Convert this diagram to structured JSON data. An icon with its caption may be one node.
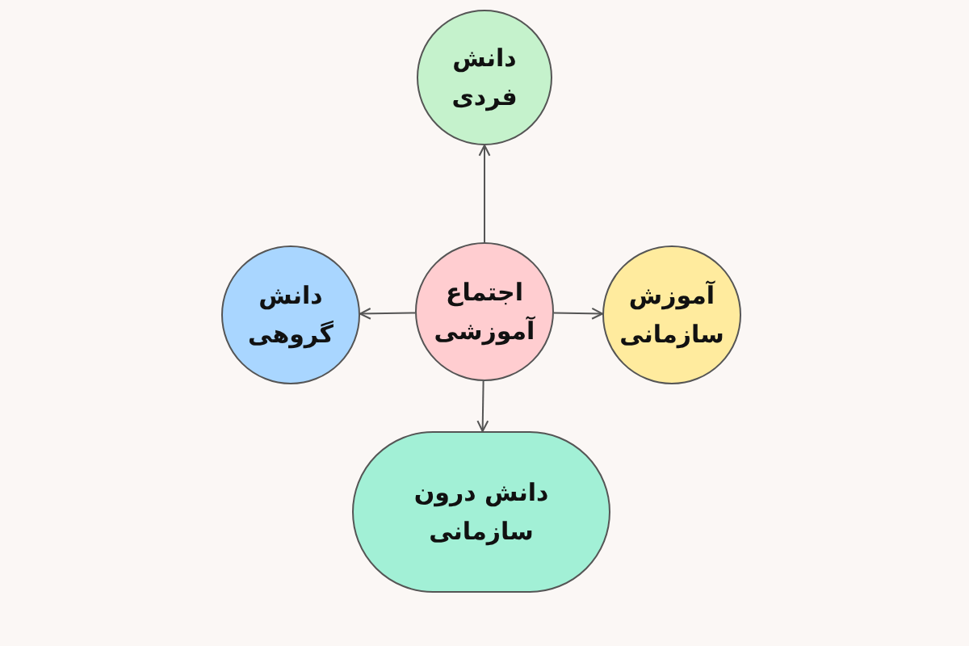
{
  "diagram": {
    "nodes": [
      {
        "text": [
          "اجتماع آموزشی"
        ]
      },
      {
        "text": [
          "دانش فردی"
        ]
      },
      {
        "text": [
          "دانش گروهی"
        ]
      },
      {
        "text": [
          "آموزش سازمانی"
        ]
      },
      {
        "text": [
          "دانش درون سازمانی"
        ]
      }
    ],
    "edges": [
      {
        "from": 0,
        "to": 1,
        "arrow": "to"
      },
      {
        "from": 0,
        "to": 2,
        "arrow": "to"
      },
      {
        "from": 0,
        "to": 3,
        "arrow": "to"
      },
      {
        "from": 0,
        "to": 4,
        "arrow": "to"
      }
    ]
  }
}
